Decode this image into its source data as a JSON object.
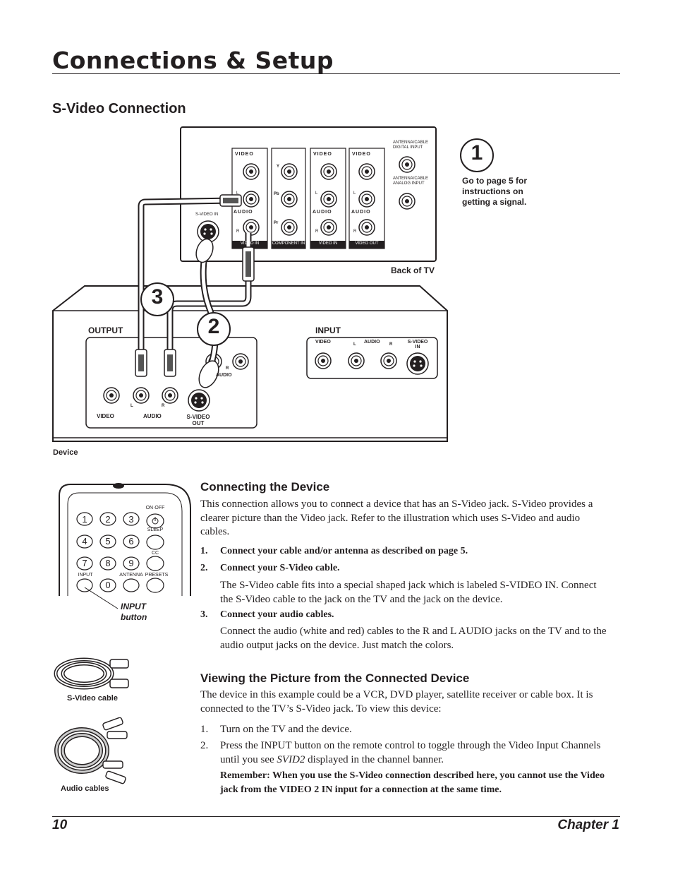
{
  "page": {
    "title": "Connections & Setup",
    "section_heading": "S-Video Connection"
  },
  "diagram": {
    "tv_panel": {
      "antenna_digital": "ANTENNA/CABLE DIGITAL INPUT",
      "antenna_analog": "ANTENNA/CABLE ANALOG INPUT",
      "svideo_in": "S-VIDEO IN",
      "group_labels": [
        "VIDEO IN",
        "COMPONENT IN",
        "VIDEO IN",
        "VIDEO OUT"
      ],
      "video": "VIDEO",
      "audio": "AUDIO",
      "l": "L",
      "r": "R",
      "y": "Y",
      "pb": "Pb",
      "pr": "Pr",
      "back_of_tv": "Back of TV"
    },
    "step_badges": [
      "1",
      "2",
      "3"
    ],
    "step1_note": "Go to page 5 for instructions on getting a signal.",
    "device": {
      "output_label": "OUTPUT",
      "input_label": "INPUT",
      "video": "VIDEO",
      "audio": "AUDIO",
      "l": "L",
      "r": "R",
      "svideo_out": "S-VIDEO OUT",
      "svideo_in": "S-VIDEO IN",
      "audio_r": "R",
      "audio_label_small": "AUDIO",
      "device_label": "Device"
    }
  },
  "remote": {
    "keys": [
      "1",
      "2",
      "3",
      "4",
      "5",
      "6",
      "7",
      "8",
      "9",
      "0"
    ],
    "on_off": "ON·OFF",
    "sleep": "SLEEP",
    "cc": "CC",
    "input": "INPUT",
    "antenna": "ANTENNA",
    "presets": "PRESETS",
    "caption": "INPUT button"
  },
  "sidebar": {
    "svideo_cable_label": "S-Video cable",
    "audio_cables_label": "Audio cables"
  },
  "connecting": {
    "heading": "Connecting the Device",
    "intro": "This connection allows you to connect a device that has an S-Video jack. S-Video provides a clearer picture than the Video jack. Refer to the illustration which uses S-Video and audio cables.",
    "steps": [
      {
        "num": "1.",
        "text": "Connect your cable and/or antenna as described on page 5.",
        "detail": ""
      },
      {
        "num": "2.",
        "text": "Connect your S-Video cable.",
        "detail": "The S-Video cable fits into a special shaped jack which is labeled S-VIDEO IN. Connect the S-Video cable to the jack on the TV and the jack on the device."
      },
      {
        "num": "3.",
        "text": "Connect your audio cables.",
        "detail": "Connect the audio (white and red) cables to the R and L AUDIO jacks on the TV and to the audio output jacks on the device. Just match the colors."
      }
    ]
  },
  "viewing": {
    "heading": "Viewing the Picture from the Connected Device",
    "intro": "The device in this example could be a VCR, DVD player, satellite receiver or cable box. It is connected to the TV’s S-Video jack. To view this device:",
    "step1_num": "1.",
    "step1": "Turn on the TV and the device.",
    "step2_num": "2.",
    "step2_pre": "Press the INPUT button on the remote control to toggle through the Video Input Channels until you see",
    "step2_em": "SVID2",
    "step2_post": "displayed in the channel banner.",
    "remember": "Remember: When you use the S-Video connection described here, you cannot use the Video jack from the VIDEO 2 IN input for a connection at the same time."
  },
  "footer": {
    "page_number": "10",
    "chapter": "Chapter 1"
  }
}
